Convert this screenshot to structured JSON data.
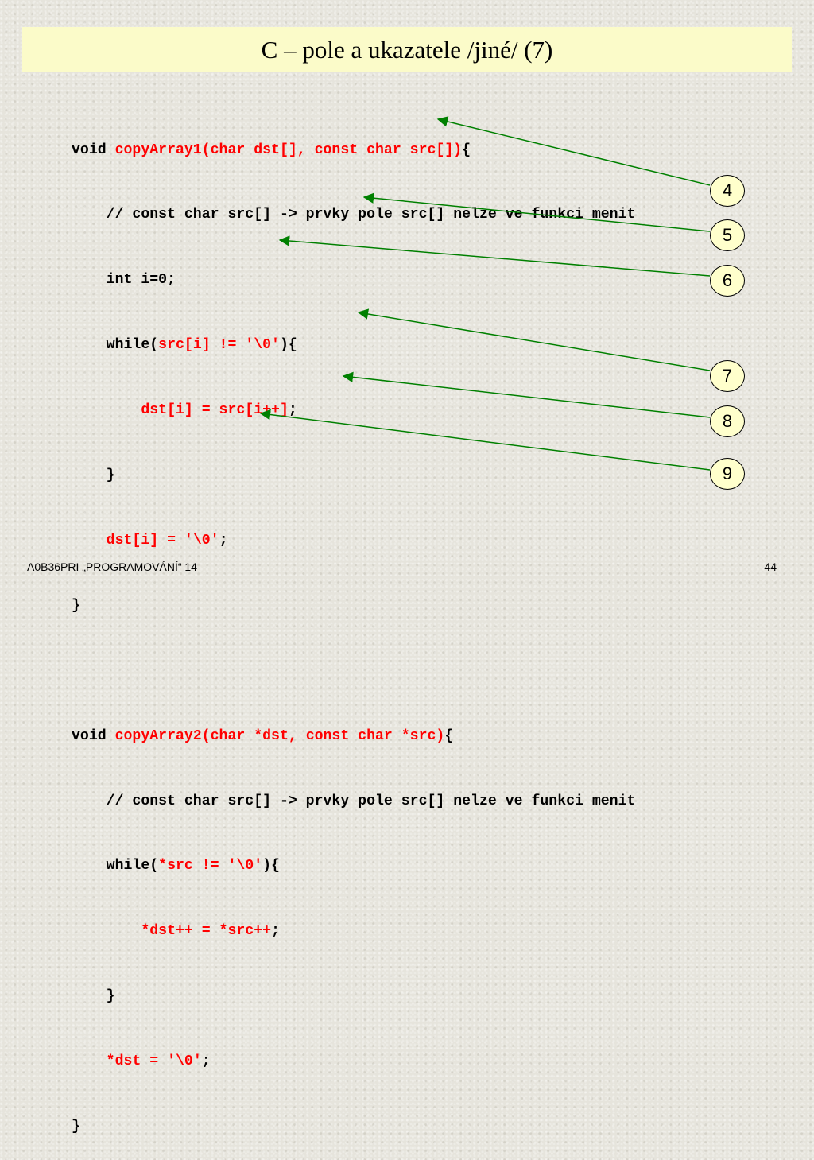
{
  "slide": {
    "title": "C – pole a ukazatele /jiné/ (7)",
    "footer_left": "A0B36PRI „PROGRAMOVÁNÍ“ 14",
    "page_number": "44"
  },
  "code_block_1": {
    "line1": {
      "a": "void ",
      "b": "copyArray1(char dst[], const char src[])",
      "c": "{"
    },
    "line2": "    // const char src[] -> prvky pole src[] nelze ve funkci menit",
    "line3": "    int i=0;",
    "line4": {
      "a": "    while(",
      "b": "src[i] != '\\0'",
      "c": "){"
    },
    "line5": {
      "a": "        ",
      "b": "dst[i] = src[i++]",
      "c": ";"
    },
    "line6": "    }",
    "line7": {
      "a": "    ",
      "b": "dst[i] = '\\0'",
      "c": ";"
    },
    "line8": "}"
  },
  "code_block_2": {
    "line1": {
      "a": "void ",
      "b": "copyArray2(char *dst, const char *src)",
      "c": "{"
    },
    "line2": "    // const char src[] -> prvky pole src[] nelze ve funkci menit",
    "line3": {
      "a": "    while(",
      "b": "*src != '\\0'",
      "c": "){"
    },
    "line4": {
      "a": "        ",
      "b": "*dst++ = *src++",
      "c": ";"
    },
    "line5": "    }",
    "line6": {
      "a": "    ",
      "b": "*dst = '\\0'",
      "c": ";"
    },
    "line7": "}"
  },
  "callouts": [
    "4",
    "5",
    "6",
    "7",
    "8",
    "9"
  ],
  "colors": {
    "title_background": "#fbfbc9",
    "highlight_code": "#ff0000",
    "arrow": "#008000",
    "badge_fill": "#ffffcc"
  }
}
